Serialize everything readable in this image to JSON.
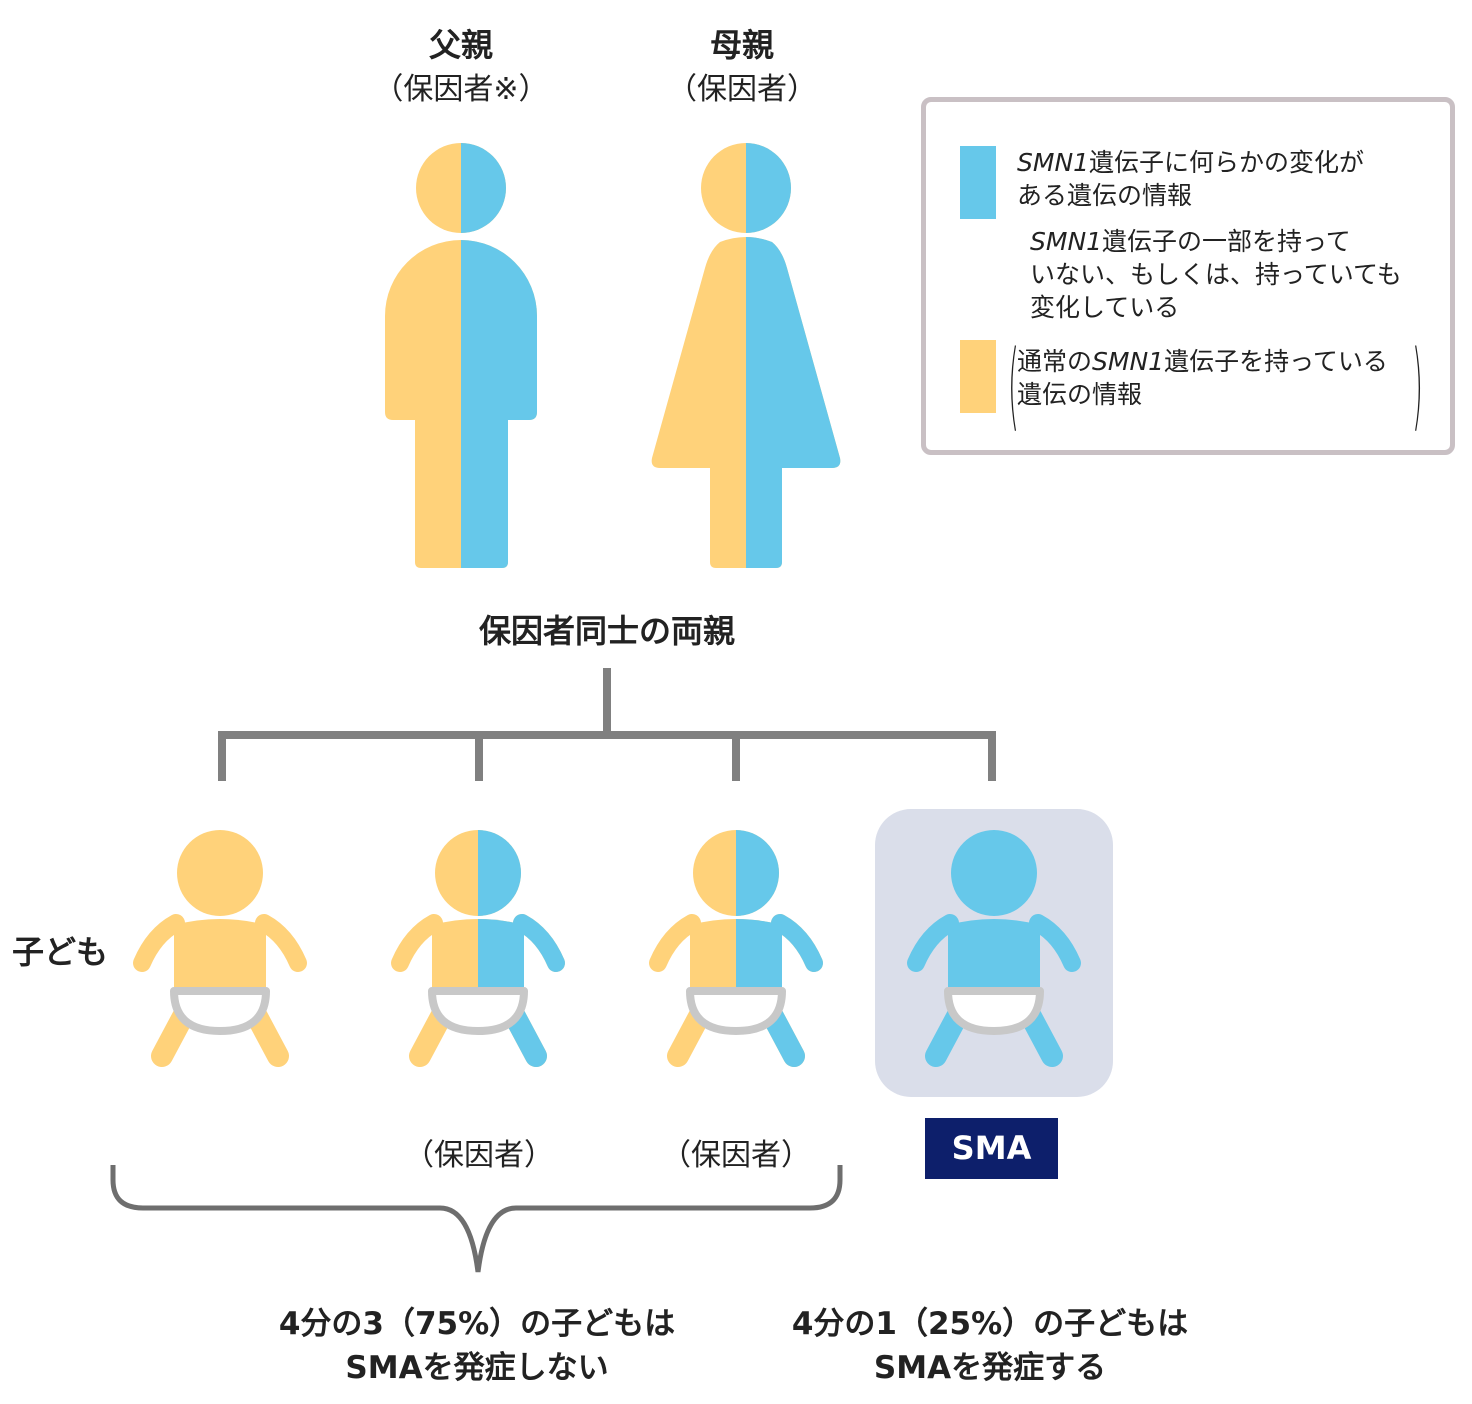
{
  "parents": {
    "father": {
      "title": "父親",
      "subtitle": "（保因者※）"
    },
    "mother": {
      "title": "母親",
      "subtitle": "（保因者）"
    },
    "caption": "保因者同士の両親"
  },
  "legend": {
    "items": [
      {
        "color": "#66C8EA",
        "line1_italic": "SMN1",
        "line1": "遺伝子に何らかの変化が",
        "line2": "ある遺伝の情報"
      },
      {
        "color": "#FFD27A",
        "line1_pre": "通常の",
        "line1_italic": "SMN1",
        "line1": "遺伝子を持っている",
        "line2": "遺伝の情報"
      }
    ],
    "note": {
      "line1_italic": "SMN1",
      "line1": "遺伝子の一部を持って",
      "line2": "いない、もしくは、持っていても",
      "line3": "変化している"
    }
  },
  "children": {
    "label": "子ども",
    "items": [
      {
        "status": "normal",
        "label": ""
      },
      {
        "status": "carrier",
        "label": "（保因者）"
      },
      {
        "status": "carrier",
        "label": "（保因者）"
      },
      {
        "status": "affected",
        "label": "SMA"
      }
    ]
  },
  "outcomes": {
    "not_affected": {
      "line1": "4分の3（75%）の子どもは",
      "line2": "SMAを発症しない"
    },
    "affected": {
      "line1": "4分の1（25%）の子どもは",
      "line2": "SMAを発症する"
    }
  },
  "colors": {
    "normal": "#FFD27A",
    "variant": "#66C8EA",
    "connector": "#808080",
    "sma_badge": "#0D1F6B",
    "sma_highlight": "#DADEEA"
  }
}
